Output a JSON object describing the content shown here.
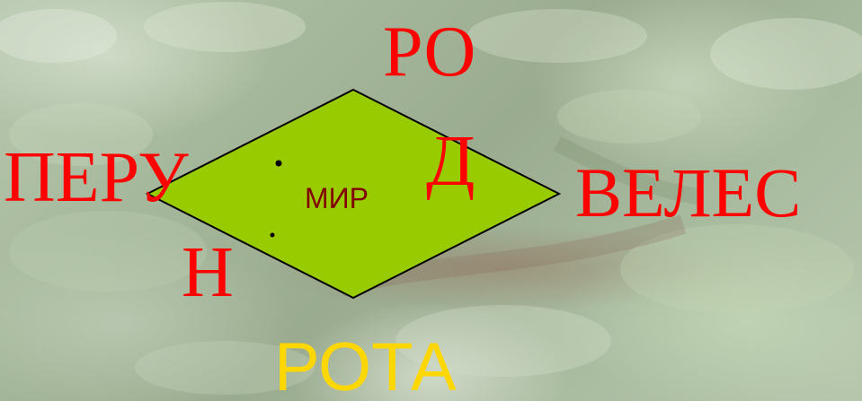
{
  "diagram": {
    "top_word_line1": "РО",
    "top_word_line2": "Д",
    "left_word_line1": "ПЕРУ",
    "left_word_line2": "Н",
    "right_word": "ВЕЛЕС",
    "center_word": "МИР",
    "bottom_word": "РОТА"
  },
  "colors": {
    "rhombus_fill": "#99cc00",
    "label_red": "#ff0000",
    "center_text": "#800000",
    "bottom_text": "#ffd700"
  }
}
